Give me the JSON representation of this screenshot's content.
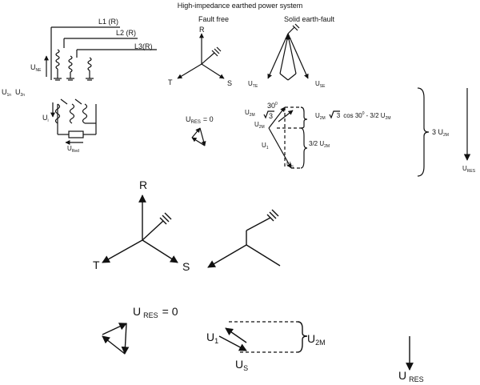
{
  "title": "High-impedance earthed power system",
  "fault_free": "Fault free",
  "solid_fault": "Solid earth-fault",
  "lines": {
    "l1": "L1 (R)",
    "l2": "L2 (R)",
    "l3": "L3(R)"
  },
  "u_ne": {
    "main": "U",
    "sub": "NE"
  },
  "u_1n": {
    "main": "U",
    "sub": "1n"
  },
  "u_2n": {
    "main": "U",
    "sub": "2n"
  },
  "u_i": {
    "main": "U",
    "sub": "i"
  },
  "u_red": {
    "main": "U",
    "sub": "Red"
  },
  "phase_r": "R",
  "phase_s": "S",
  "phase_t": "T",
  "u_te": {
    "main": "U",
    "sub": "TE"
  },
  "u_se": {
    "main": "U",
    "sub": "SE"
  },
  "u_res_eq0_small": {
    "main": "U",
    "sub": "RES",
    "tail": "= 0"
  },
  "small_phasor": {
    "u2m_top": {
      "main": "U",
      "sub": "2M"
    },
    "root3": "3",
    "angle30": "30",
    "deg": "0",
    "u2m_mid": {
      "main": "U",
      "sub": "2M"
    },
    "u1": {
      "main": "U",
      "sub": "1"
    },
    "us": {
      "main": "U",
      "sub": "S"
    },
    "formula": {
      "a": "U",
      "a_sub": "2M",
      "root": "3",
      "b": "cos 30",
      "b_sup": "0",
      "c": "- 3/2 U",
      "c_sub": "2M"
    },
    "three_half": {
      "a": "3/2 U",
      "sub": "2M"
    }
  },
  "three_u2m": {
    "a": "3 U",
    "sub": "2M"
  },
  "u_res_right": {
    "main": "U",
    "sub": "RES"
  },
  "big": {
    "phase_r": "R",
    "phase_s": "S",
    "phase_t": "T",
    "u_res_eq0": {
      "main": "U",
      "sub": "RES",
      "tail": "= 0"
    },
    "u1": {
      "main": "U",
      "sub": "1"
    },
    "us": {
      "main": "U",
      "sub": "S"
    },
    "u2m": {
      "main": "U",
      "sub": "2M"
    },
    "u_res": {
      "main": "U",
      "sub": "RES"
    }
  }
}
